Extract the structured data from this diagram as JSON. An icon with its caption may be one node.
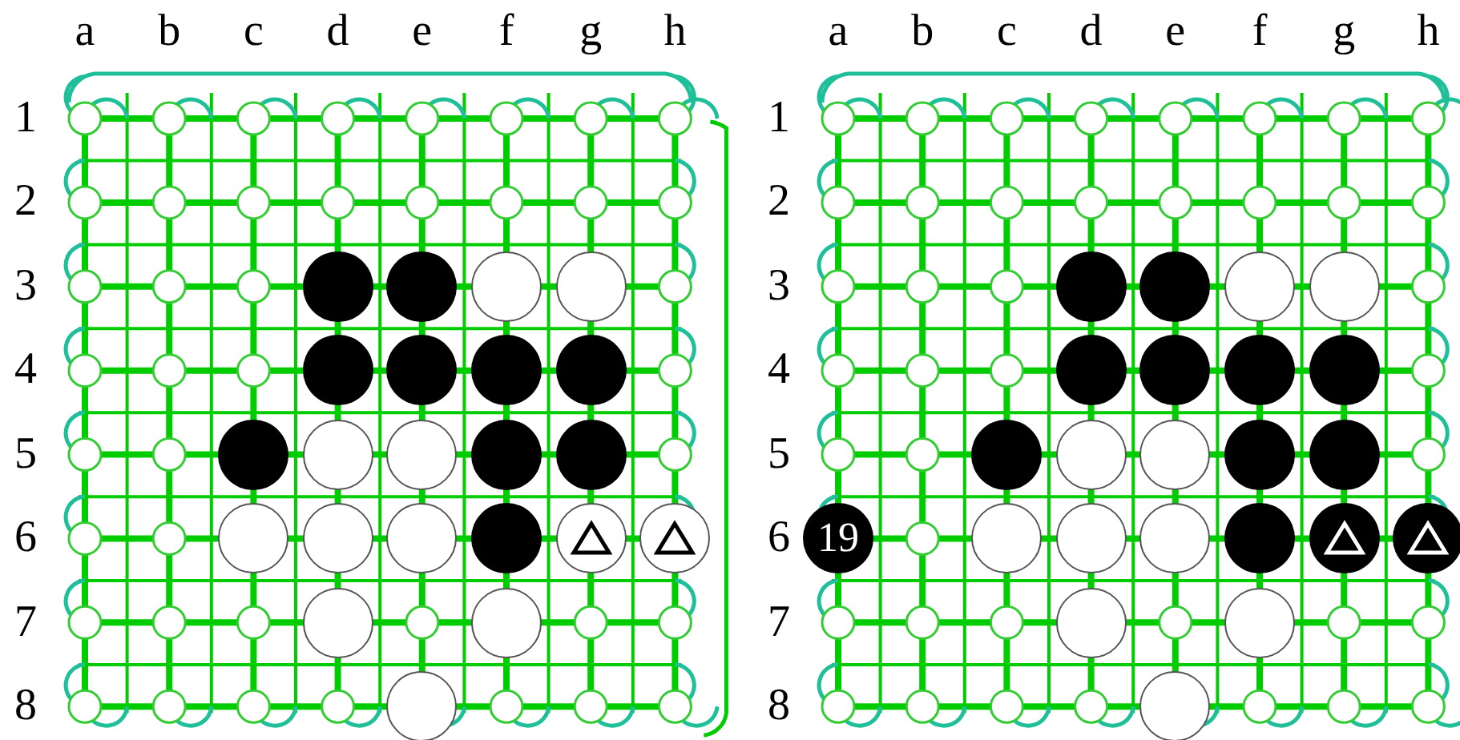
{
  "diagram": {
    "nodes": [
      {
        "text": [],
        "shape": "circle"
      },
      {
        "text": [],
        "shape": "circle"
      },
      {
        "text": [],
        "shape": "circle"
      },
      {
        "text": [],
        "shape": "circle"
      },
      {
        "text": [],
        "shape": "circle"
      },
      {
        "text": [],
        "shape": "circle"
      },
      {
        "text": [],
        "shape": "circle"
      },
      {
        "text": [],
        "shape": "circle"
      },
      {
        "text": [],
        "shape": "circle"
      },
      {
        "text": [],
        "shape": "circle"
      },
      {
        "text": [],
        "shape": "circle"
      },
      {
        "text": [],
        "shape": "circle"
      },
      {
        "text": [],
        "shape": "circle"
      },
      {
        "text": [],
        "shape": "circle"
      },
      {
        "text": [],
        "shape": "circle"
      },
      {
        "text": [],
        "shape": "circle"
      },
      {
        "text": [],
        "shape": "circle"
      },
      {
        "text": [],
        "shape": "circle"
      },
      {
        "text": [],
        "shape": "circle"
      },
      {
        "text": [],
        "shape": "circle"
      },
      {
        "text": [],
        "shape": "circle"
      },
      {
        "text": [],
        "shape": "circle"
      },
      {
        "text": [],
        "shape": "circle"
      },
      {
        "text": [],
        "shape": "circle"
      },
      {
        "text": [],
        "shape": "circle"
      },
      {
        "text": [],
        "shape": "circle"
      },
      {
        "text": [],
        "shape": "circle"
      },
      {
        "text": [],
        "shape": "circle"
      },
      {
        "text": [],
        "shape": "circle"
      },
      {
        "text": [],
        "shape": "circle"
      },
      {
        "text": [],
        "shape": "circle"
      },
      {
        "text": [],
        "shape": "circle"
      },
      {
        "text": [],
        "shape": "circle"
      },
      {
        "text": [],
        "shape": "circle"
      },
      {
        "text": [],
        "shape": "circle"
      },
      {
        "text": [
          "19"
        ]
      },
      {
        "text": [],
        "shape": "circle"
      },
      {
        "text": [],
        "shape": "circle"
      },
      {
        "text": [],
        "shape": "circle"
      },
      {
        "text": [],
        "shape": "circle"
      },
      {
        "text": [],
        "shape": "circle"
      },
      {
        "text": [],
        "shape": "circle"
      },
      {
        "text": [],
        "shape": "circle"
      },
      {
        "text": [],
        "shape": "circle"
      },
      {
        "text": [],
        "shape": "circle"
      }
    ],
    "labels": [
      "a",
      "b",
      "c",
      "d",
      "e",
      "f",
      "g",
      "h",
      "a",
      "b",
      "c",
      "d",
      "e",
      "f",
      "g",
      "h",
      "1",
      "1",
      "2",
      "2",
      "3",
      "3",
      "4",
      "4",
      "5",
      "5",
      "6",
      "6",
      "7",
      "7",
      "8",
      "8"
    ]
  }
}
